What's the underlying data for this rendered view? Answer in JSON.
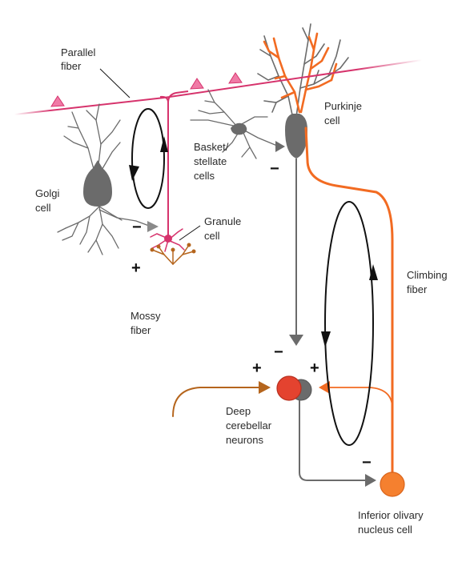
{
  "labels": {
    "parallel_fiber": [
      "Parallel",
      "fiber"
    ],
    "purkinje_cell": [
      "Purkinje",
      "cell"
    ],
    "basket_stellate_cells": [
      "Basket/",
      "stellate",
      "cells"
    ],
    "golgi_cell": [
      "Golgi",
      "cell"
    ],
    "granule_cell": [
      "Granule",
      "cell"
    ],
    "mossy_fiber": [
      "Mossy",
      "fiber"
    ],
    "climbing_fiber": [
      "Climbing",
      "fiber"
    ],
    "deep_cerebellar_neurons": [
      "Deep",
      "cerebellar",
      "neurons"
    ],
    "inferior_olivary_nucleus_cell": [
      "Inferior olivary",
      "nucleus cell"
    ]
  },
  "signs": {
    "basket_inhibition": "−",
    "golgi_inhibition": "−",
    "mossy_excitation": "+",
    "purkinje_inhibition": "−",
    "mossy_to_deep_excitation": "+",
    "climbing_to_deep_excitation": "+",
    "deep_to_olive_inhibition": "−"
  },
  "colors": {
    "parallel_fiber": "#d6336c",
    "purkinje": "#6b6b6b",
    "climbing_fiber": "#f26b22",
    "mossy_fiber": "#b5651d",
    "deep_neuron": "#e4432f",
    "deep_output": "#d63a2a",
    "olive_cell": "#f5802f",
    "dark_neuron": "#3a3a3a",
    "loop_arrow": "#111111"
  }
}
